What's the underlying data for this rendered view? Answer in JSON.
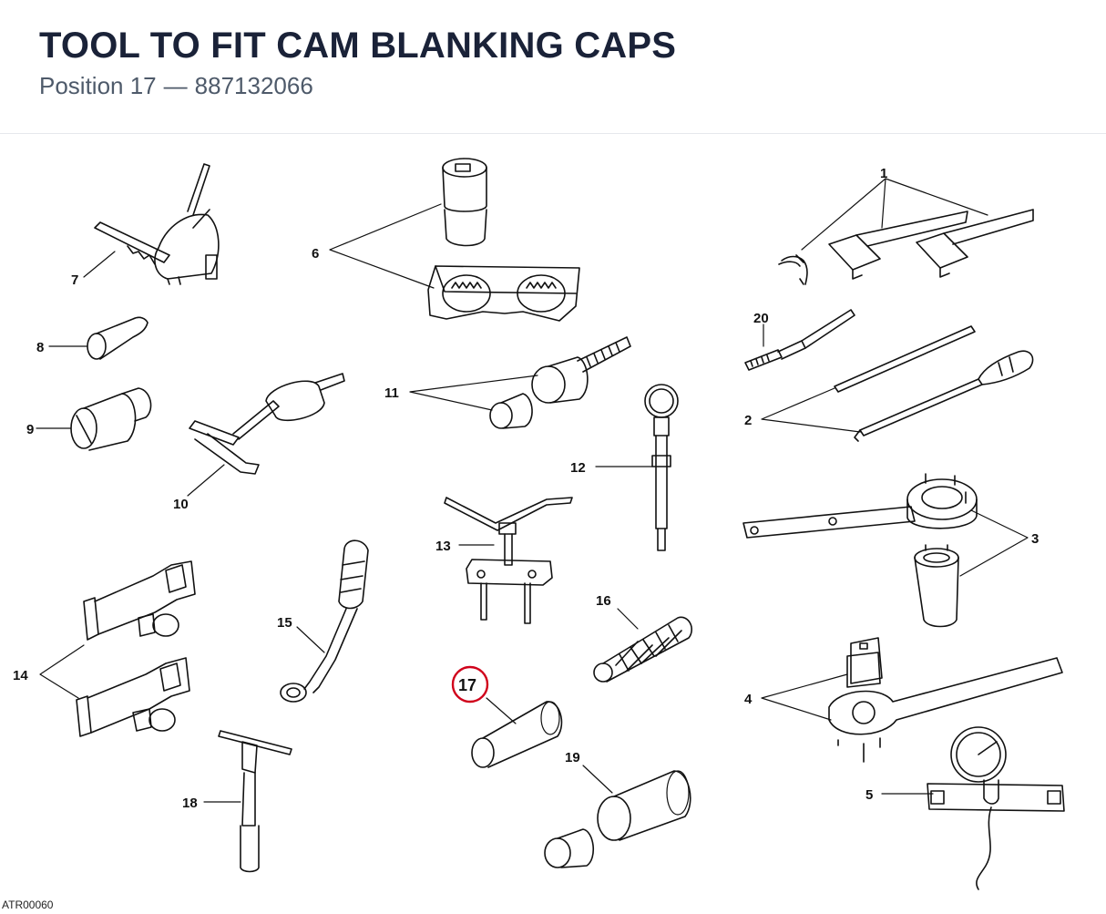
{
  "header": {
    "title": "TOOL TO FIT CAM BLANKING CAPS",
    "position_label": "Position 17",
    "separator": "—",
    "part_number": "887132066"
  },
  "diagram": {
    "figure_id": "ATR00060",
    "highlight_color": "#d0021b",
    "highlighted": "17",
    "callouts": [
      "1",
      "2",
      "3",
      "4",
      "5",
      "6",
      "7",
      "8",
      "9",
      "10",
      "11",
      "12",
      "13",
      "14",
      "15",
      "16",
      "17",
      "18",
      "19",
      "20"
    ]
  }
}
